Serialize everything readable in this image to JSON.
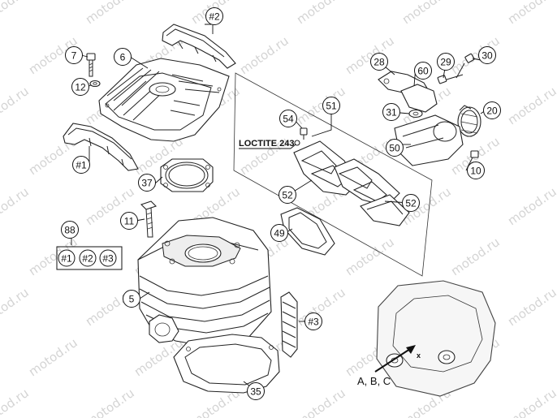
{
  "watermark": "motod.ru",
  "sealant_label": "LOCTITE 243",
  "engine_code_label": "A, B, C",
  "callouts": [
    {
      "id": "2",
      "text": "#2"
    },
    {
      "id": "7",
      "text": "7"
    },
    {
      "id": "6",
      "text": "6"
    },
    {
      "id": "12",
      "text": "12"
    },
    {
      "id": "1",
      "text": "#1"
    },
    {
      "id": "37",
      "text": "37"
    },
    {
      "id": "11",
      "text": "11"
    },
    {
      "id": "88",
      "text": "88"
    },
    {
      "id": "k1",
      "text": "#1"
    },
    {
      "id": "k2",
      "text": "#2"
    },
    {
      "id": "k3",
      "text": "#3"
    },
    {
      "id": "5",
      "text": "5"
    },
    {
      "id": "3",
      "text": "#3"
    },
    {
      "id": "35",
      "text": "35"
    },
    {
      "id": "28",
      "text": "28"
    },
    {
      "id": "60",
      "text": "60"
    },
    {
      "id": "29",
      "text": "29"
    },
    {
      "id": "30",
      "text": "30"
    },
    {
      "id": "51",
      "text": "51"
    },
    {
      "id": "31",
      "text": "31"
    },
    {
      "id": "20",
      "text": "20"
    },
    {
      "id": "54",
      "text": "54"
    },
    {
      "id": "50",
      "text": "50"
    },
    {
      "id": "10",
      "text": "10"
    },
    {
      "id": "52a",
      "text": "52"
    },
    {
      "id": "52b",
      "text": "52"
    },
    {
      "id": "49",
      "text": "49"
    }
  ]
}
